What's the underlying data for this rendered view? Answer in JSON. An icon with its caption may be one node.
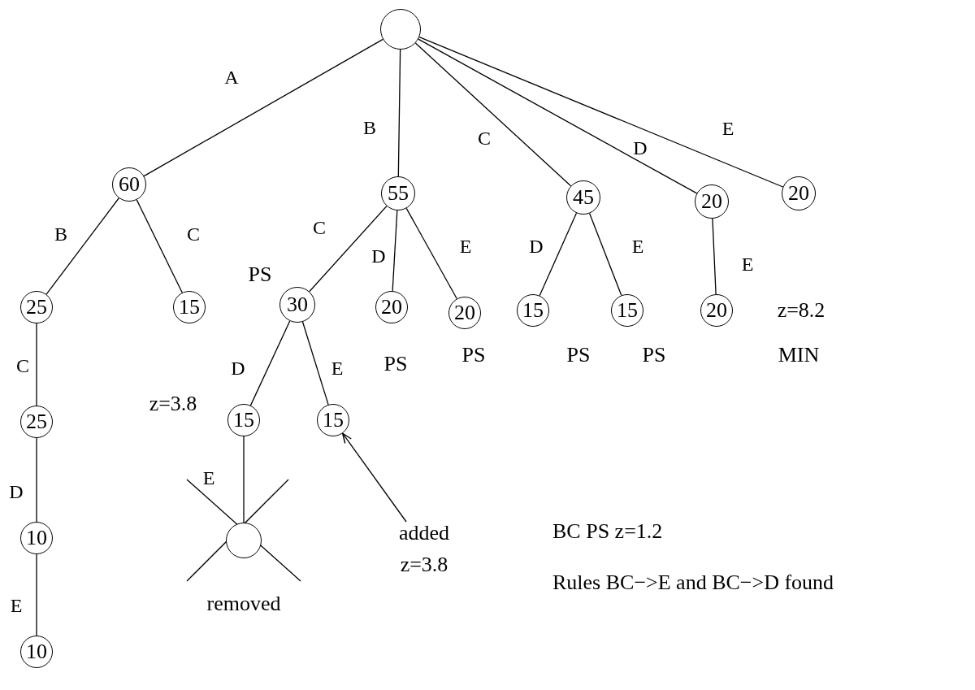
{
  "diagram": {
    "nodes": [
      {
        "text": [],
        "shape": "circle"
      },
      {
        "text": [
          "60"
        ]
      },
      {
        "text": [
          "55"
        ]
      },
      {
        "text": [
          "45"
        ]
      },
      {
        "text": [
          "20"
        ]
      },
      {
        "text": [
          "20"
        ]
      },
      {
        "text": [
          "25"
        ]
      },
      {
        "text": [
          "15"
        ]
      },
      {
        "text": [
          "30"
        ],
        "beside": [
          "PS"
        ]
      },
      {
        "text": [
          "20"
        ],
        "beside": [
          "PS"
        ]
      },
      {
        "text": [
          "20"
        ],
        "beside": [
          "PS"
        ]
      },
      {
        "text": [
          "15"
        ],
        "beside": [
          "PS"
        ]
      },
      {
        "text": [
          "15"
        ],
        "beside": [
          "PS"
        ]
      },
      {
        "text": [
          "20"
        ],
        "beside": [
          "z=8.2",
          "MIN"
        ]
      },
      {
        "text": [
          "25"
        ]
      },
      {
        "text": [
          "15"
        ],
        "beside": [
          "z=3.8"
        ]
      },
      {
        "text": [
          "15"
        ]
      },
      {
        "text": [
          "10"
        ]
      },
      {
        "text": [],
        "shape": "circle",
        "beside": [
          "removed"
        ]
      },
      {
        "text": [
          "10"
        ]
      },
      {
        "text": [
          "added",
          "z=3.8"
        ]
      }
    ],
    "edges": [
      {
        "from": 0,
        "to": 1,
        "arrow": "none",
        "label": "A"
      },
      {
        "from": 0,
        "to": 2,
        "arrow": "none",
        "label": "B"
      },
      {
        "from": 0,
        "to": 3,
        "arrow": "none",
        "label": "C"
      },
      {
        "from": 0,
        "to": 4,
        "arrow": "none",
        "label": "D"
      },
      {
        "from": 0,
        "to": 5,
        "arrow": "none",
        "label": "E"
      },
      {
        "from": 1,
        "to": 6,
        "arrow": "none",
        "label": "B"
      },
      {
        "from": 1,
        "to": 7,
        "arrow": "none",
        "label": "C"
      },
      {
        "from": 2,
        "to": 8,
        "arrow": "none",
        "label": "C"
      },
      {
        "from": 2,
        "to": 9,
        "arrow": "none",
        "label": "D"
      },
      {
        "from": 2,
        "to": 10,
        "arrow": "none",
        "label": "E"
      },
      {
        "from": 3,
        "to": 11,
        "arrow": "none",
        "label": "D"
      },
      {
        "from": 3,
        "to": 12,
        "arrow": "none",
        "label": "E"
      },
      {
        "from": 4,
        "to": 13,
        "arrow": "none",
        "label": "E"
      },
      {
        "from": 6,
        "to": 14,
        "arrow": "none",
        "label": "C"
      },
      {
        "from": 14,
        "to": 17,
        "arrow": "none",
        "label": "D"
      },
      {
        "from": 17,
        "to": 19,
        "arrow": "none",
        "label": "E"
      },
      {
        "from": 8,
        "to": 15,
        "arrow": "none",
        "label": "D"
      },
      {
        "from": 8,
        "to": 16,
        "arrow": "none",
        "label": "E"
      },
      {
        "from": 15,
        "to": 18,
        "arrow": "none",
        "label": "E"
      },
      {
        "from": 20,
        "to": 16,
        "arrow": "to"
      }
    ],
    "labels": [
      "BC PS z=1.2",
      "Rules BC−>E and BC−>D found"
    ]
  }
}
